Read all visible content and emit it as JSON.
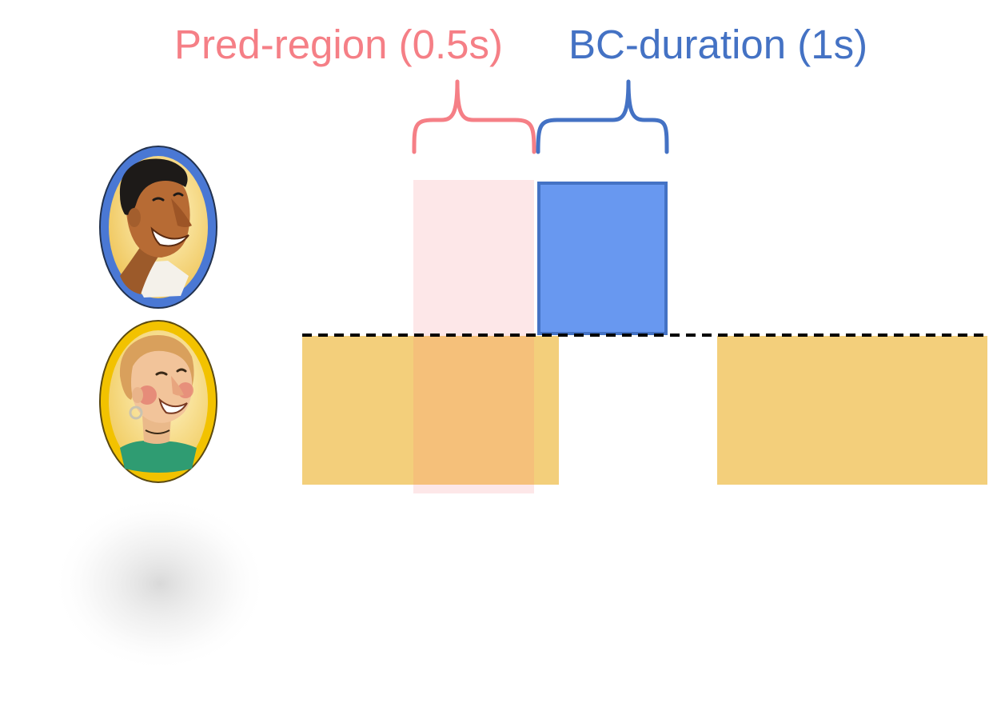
{
  "labels": {
    "pred_region": "Pred-region (0.5s)",
    "bc_duration": "BC-duration (1s)"
  },
  "colors": {
    "pred_region": "#f57f86",
    "pred_region_fill": "#fde7e8",
    "bc_duration": "#4472c4",
    "bc_fill": "#6898f0",
    "speaker_fill": "#f3cf7b",
    "overlap_fill": "#f5c07a",
    "baseline": "#000000",
    "avatar_man_frame": "#4a78d4",
    "avatar_woman_frame": "#f2c200"
  },
  "avatars": [
    {
      "name": "man",
      "icon": "smiling-man-portrait-icon"
    },
    {
      "name": "woman",
      "icon": "smiling-woman-portrait-icon"
    }
  ]
}
